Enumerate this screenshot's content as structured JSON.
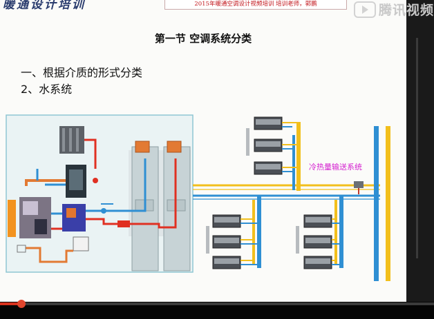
{
  "header": {
    "logo_text": "暖通设计培训",
    "banner_text": "2015年暖通空调设计视频培训  培训老师，郭鹏",
    "watermark_text": "腾讯视频"
  },
  "slide": {
    "title": "第一节  空调系统分类",
    "line1": "一、根据介质的形式分类",
    "line2": "2、水系统"
  },
  "diagram": {
    "label": "冷热量输送系统"
  },
  "player": {
    "progress_fraction": 0.05,
    "accent_color": "#d8321e"
  },
  "colors": {
    "pipe_yellow": "#f2bf1c",
    "pipe_blue": "#2f8fd3",
    "pipe_red": "#e03022",
    "label_magenta": "#d41fd0"
  }
}
